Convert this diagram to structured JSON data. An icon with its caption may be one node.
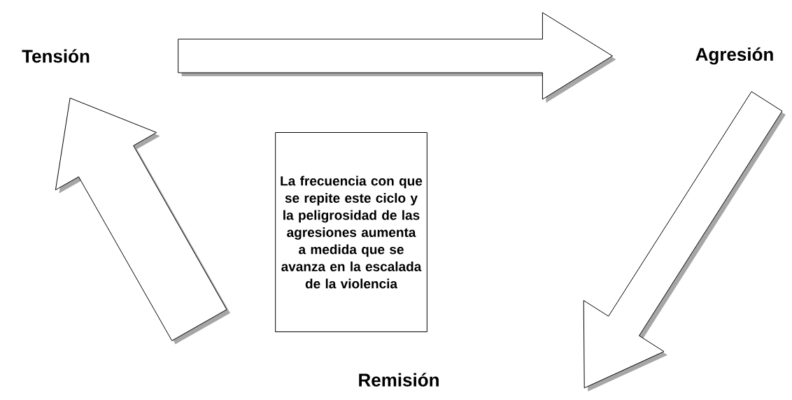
{
  "diagram": {
    "nodes": [
      {
        "text": [
          "Tensión"
        ]
      },
      {
        "text": [
          "Agresión"
        ]
      },
      {
        "text": [
          "Remisión"
        ]
      },
      {
        "text": [
          "La frecuencia con que se repite este ciclo y la peligrosidad de las agresiones aumenta a medida que se avanza en la escalada de la violencia"
        ]
      }
    ],
    "edges": [
      {
        "from": 0,
        "to": 1,
        "arrow": "to"
      },
      {
        "from": 1,
        "to": 2,
        "arrow": "to"
      },
      {
        "from": 2,
        "to": 0,
        "arrow": "to"
      }
    ]
  }
}
